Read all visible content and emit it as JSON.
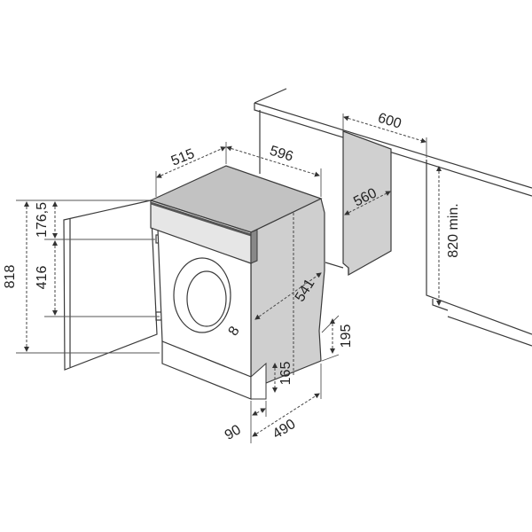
{
  "diagram": {
    "title": "Built-in washing machine installation dimensions",
    "dimensions": {
      "machine_depth": "515",
      "machine_width": "596",
      "niche_width": "600",
      "niche_depth": "560",
      "niche_height": "820 min.",
      "door_height": "818",
      "hinge_top_offset": "176,5",
      "hinge_spacing": "416",
      "side_depth": "541",
      "front_gap": "8",
      "plinth_recess_height": "195",
      "plinth_height": "165",
      "plinth_offset": "90",
      "plinth_depth": "490"
    },
    "colors": {
      "panel_gray": "#cfcfcf",
      "top_gray": "#c2c2c2",
      "line": "#3a3a3a"
    }
  }
}
